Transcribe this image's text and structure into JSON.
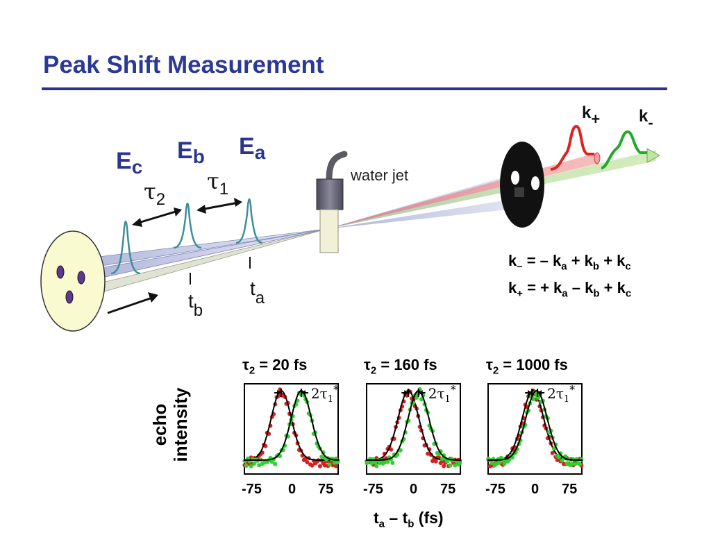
{
  "slide": {
    "title": "Peak Shift Measurement"
  },
  "diagram": {
    "pulses": [
      {
        "label": "E",
        "sub": "c"
      },
      {
        "label": "E",
        "sub": "b"
      },
      {
        "label": "E",
        "sub": "a"
      }
    ],
    "delays": [
      {
        "label": "τ",
        "sub": "2"
      },
      {
        "label": "τ",
        "sub": "1"
      }
    ],
    "times": [
      {
        "label": "t",
        "sub": "b"
      },
      {
        "label": "t",
        "sub": "a"
      }
    ],
    "water_jet": "water jet",
    "signals": [
      {
        "label": "k",
        "sub": "+",
        "color": "#e02020"
      },
      {
        "label": "k",
        "sub": "-",
        "color": "#22a82a"
      }
    ]
  },
  "equations": [
    {
      "lhs_k": "k",
      "lhs_sub": "–",
      "mid1": " = – k",
      "s1": "a",
      "mid2": " + k",
      "s2": "b",
      "mid3": " + k",
      "s3": "c"
    },
    {
      "lhs_k": "k",
      "lhs_sub": "+",
      "mid1": " = + k",
      "s1": "a",
      "mid2": " – k",
      "s2": "b",
      "mid3": " + k",
      "s3": "c"
    }
  ],
  "chart_data": [
    {
      "type": "line",
      "title_sym": "τ",
      "title_sub": "2",
      "title_rest": " = 20 fs",
      "annotation": "2τ",
      "annotation_sub": "1",
      "annotation_sup": "*",
      "x_ticks": [
        "-75",
        "0",
        "75"
      ],
      "xlim": [
        -95,
        95
      ],
      "series": [
        {
          "color": "#d42020",
          "center": -20,
          "width": 32
        },
        {
          "color": "#2fd02f",
          "center": 20,
          "width": 32
        }
      ]
    },
    {
      "type": "line",
      "title_sym": "τ",
      "title_sub": "2",
      "title_rest": " = 160 fs",
      "annotation": "2τ",
      "annotation_sub": "1",
      "annotation_sup": "*",
      "x_ticks": [
        "-75",
        "0",
        "75"
      ],
      "xlim": [
        -95,
        95
      ],
      "series": [
        {
          "color": "#d42020",
          "center": -10,
          "width": 33
        },
        {
          "color": "#2fd02f",
          "center": 10,
          "width": 33
        }
      ]
    },
    {
      "type": "line",
      "title_sym": "τ",
      "title_sub": "2",
      "title_rest": " = 1000 fs",
      "annotation": "2τ",
      "annotation_sub": "1",
      "annotation_sup": "*",
      "x_ticks": [
        "-75",
        "0",
        "75"
      ],
      "xlim": [
        -95,
        95
      ],
      "series": [
        {
          "color": "#d42020",
          "center": -4,
          "width": 34
        },
        {
          "color": "#2fd02f",
          "center": 3,
          "width": 34
        }
      ]
    }
  ],
  "axes": {
    "y_line1": "echo",
    "y_line2": "intensity",
    "x_t1": "t",
    "x_s1": "a",
    "x_mid": " – t",
    "x_s2": "b",
    "x_rest": " (fs)"
  }
}
